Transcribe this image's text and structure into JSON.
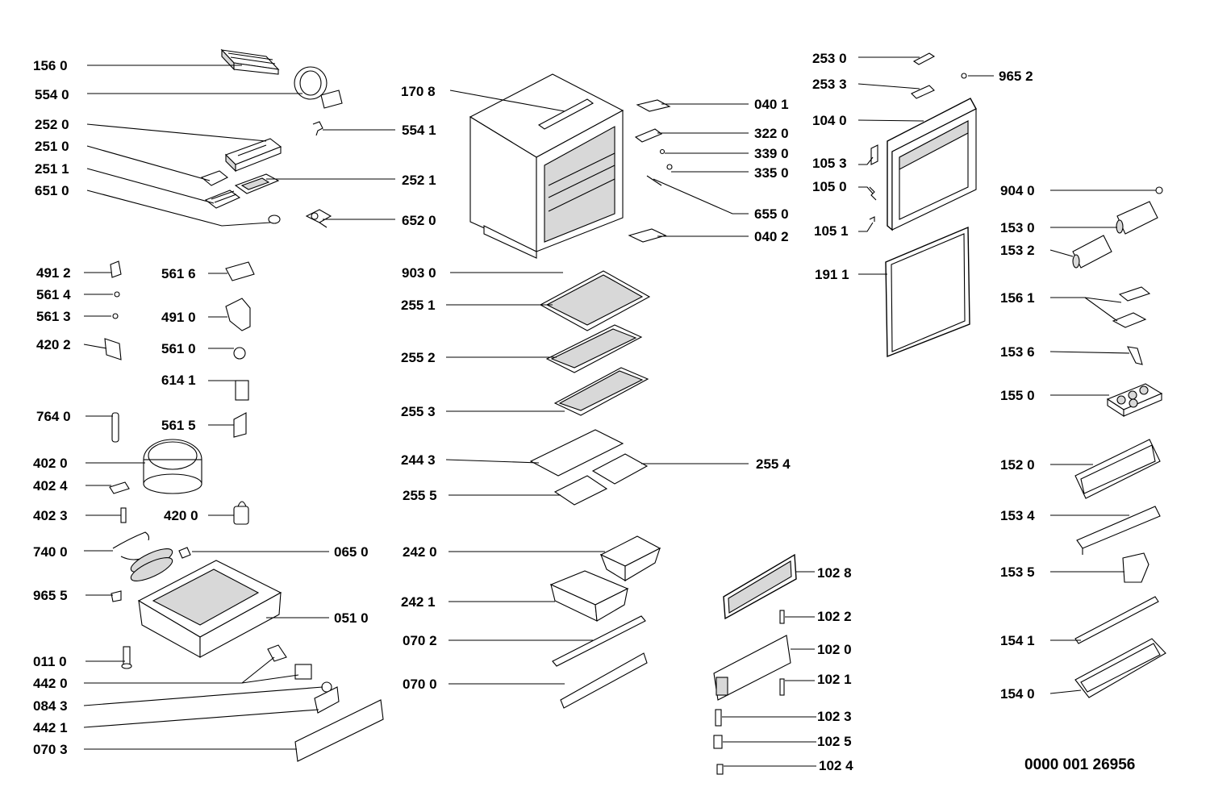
{
  "doc_ref": "0000 001 26956",
  "callouts": [
    {
      "id": "156-0",
      "text": "156 0"
    },
    {
      "id": "554-0",
      "text": "554 0"
    },
    {
      "id": "252-0",
      "text": "252 0"
    },
    {
      "id": "251-0",
      "text": "251 0"
    },
    {
      "id": "251-1",
      "text": "251 1"
    },
    {
      "id": "651-0",
      "text": "651 0"
    },
    {
      "id": "554-1",
      "text": "554 1"
    },
    {
      "id": "252-1",
      "text": "252 1"
    },
    {
      "id": "652-0",
      "text": "652 0"
    },
    {
      "id": "491-2",
      "text": "491 2"
    },
    {
      "id": "561-4",
      "text": "561 4"
    },
    {
      "id": "561-3",
      "text": "561 3"
    },
    {
      "id": "420-2",
      "text": "420 2"
    },
    {
      "id": "561-6",
      "text": "561 6"
    },
    {
      "id": "491-0",
      "text": "491 0"
    },
    {
      "id": "561-0",
      "text": "561 0"
    },
    {
      "id": "614-1",
      "text": "614 1"
    },
    {
      "id": "764-0",
      "text": "764 0"
    },
    {
      "id": "561-5",
      "text": "561 5"
    },
    {
      "id": "402-0",
      "text": "402 0"
    },
    {
      "id": "402-4",
      "text": "402 4"
    },
    {
      "id": "402-3",
      "text": "402 3"
    },
    {
      "id": "420-0",
      "text": "420 0"
    },
    {
      "id": "740-0",
      "text": "740 0"
    },
    {
      "id": "065-0",
      "text": "065 0"
    },
    {
      "id": "965-5",
      "text": "965 5"
    },
    {
      "id": "051-0",
      "text": "051 0"
    },
    {
      "id": "011-0",
      "text": "011 0"
    },
    {
      "id": "442-0",
      "text": "442 0"
    },
    {
      "id": "084-3",
      "text": "084 3"
    },
    {
      "id": "442-1",
      "text": "442 1"
    },
    {
      "id": "070-3",
      "text": "070 3"
    },
    {
      "id": "170-8",
      "text": "170 8"
    },
    {
      "id": "903-0",
      "text": "903 0"
    },
    {
      "id": "255-1",
      "text": "255 1"
    },
    {
      "id": "255-2",
      "text": "255 2"
    },
    {
      "id": "255-3",
      "text": "255 3"
    },
    {
      "id": "244-3",
      "text": "244 3"
    },
    {
      "id": "255-4",
      "text": "255 4"
    },
    {
      "id": "255-5",
      "text": "255 5"
    },
    {
      "id": "242-0",
      "text": "242 0"
    },
    {
      "id": "242-1",
      "text": "242 1"
    },
    {
      "id": "070-2",
      "text": "070 2"
    },
    {
      "id": "070-0",
      "text": "070 0"
    },
    {
      "id": "040-1",
      "text": "040 1"
    },
    {
      "id": "322-0",
      "text": "322 0"
    },
    {
      "id": "339-0",
      "text": "339 0"
    },
    {
      "id": "335-0",
      "text": "335 0"
    },
    {
      "id": "655-0",
      "text": "655 0"
    },
    {
      "id": "040-2",
      "text": "040 2"
    },
    {
      "id": "253-0",
      "text": "253 0"
    },
    {
      "id": "253-3",
      "text": "253 3"
    },
    {
      "id": "965-2",
      "text": "965 2"
    },
    {
      "id": "104-0",
      "text": "104 0"
    },
    {
      "id": "105-3",
      "text": "105 3"
    },
    {
      "id": "105-0",
      "text": "105 0"
    },
    {
      "id": "105-1",
      "text": "105 1"
    },
    {
      "id": "191-1",
      "text": "191 1"
    },
    {
      "id": "904-0",
      "text": "904 0"
    },
    {
      "id": "153-0",
      "text": "153 0"
    },
    {
      "id": "153-2",
      "text": "153 2"
    },
    {
      "id": "156-1",
      "text": "156 1"
    },
    {
      "id": "153-6",
      "text": "153 6"
    },
    {
      "id": "155-0",
      "text": "155 0"
    },
    {
      "id": "152-0",
      "text": "152 0"
    },
    {
      "id": "153-4",
      "text": "153 4"
    },
    {
      "id": "153-5",
      "text": "153 5"
    },
    {
      "id": "154-1",
      "text": "154 1"
    },
    {
      "id": "154-0",
      "text": "154 0"
    },
    {
      "id": "102-8",
      "text": "102 8"
    },
    {
      "id": "102-2",
      "text": "102 2"
    },
    {
      "id": "102-0",
      "text": "102 0"
    },
    {
      "id": "102-1",
      "text": "102 1"
    },
    {
      "id": "102-3",
      "text": "102 3"
    },
    {
      "id": "102-5",
      "text": "102 5"
    },
    {
      "id": "102-4",
      "text": "102 4"
    }
  ]
}
